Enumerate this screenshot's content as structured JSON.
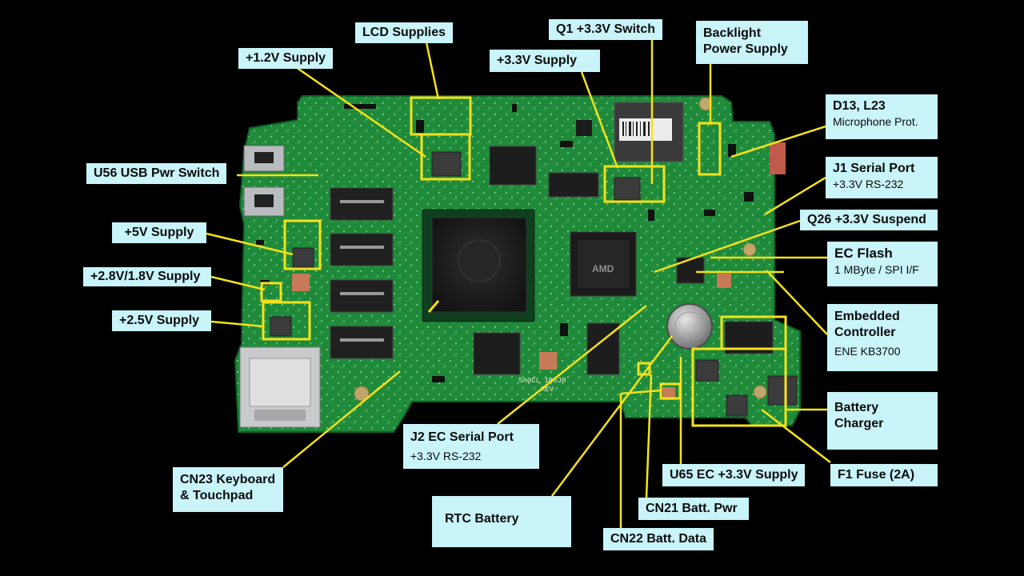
{
  "title": "Motherboard Component Identification",
  "colors": {
    "background": "#000000",
    "pcb": "#1f8a3a",
    "pcb_dark": "#0f5f28",
    "label_bg": "#c8f4fa",
    "leader": "#f5e21a"
  },
  "labels": {
    "lcd_supplies": "LCD Supplies",
    "q1_switch": "Q1 +3.3V Switch",
    "backlight": "Backlight",
    "backlight_line2": "Power Supply",
    "v12_supply": "+1.2V Supply",
    "v33_supply": "+3.3V Supply",
    "d13_l23": "D13, L23",
    "d13_sub": "Microphone Prot.",
    "u56": "U56 USB Pwr Switch",
    "j1": "J1 Serial Port",
    "j1_sub": "+3.3V RS-232",
    "q26": "Q26 +3.3V Suspend",
    "v5_supply": "+5V Supply",
    "ec_flash": "EC Flash",
    "ec_flash_sub": "1 MByte / SPI I/F",
    "v28_18": "+2.8V/1.8V Supply",
    "embedded": "Embedded",
    "embedded_line2": "Controller",
    "embedded_sub": "ENE KB3700",
    "v25_supply": "+2.5V Supply",
    "battery_charger": "Battery",
    "battery_charger_line2": "Charger",
    "j2": "J2 EC Serial Port",
    "j2_sub": "+3.3V RS-232",
    "cn23": "CN23 Keyboard",
    "cn23_line2": "& Touchpad",
    "u65": "U65 EC +3.3V Supply",
    "f1": "F1 Fuse (2A)",
    "rtc": "RTC Battery",
    "cn21": "CN21 Batt. Pwr",
    "cn22": "CN22 Batt. Data"
  },
  "board_text": {
    "revision": "SA0CL 1B6J0",
    "rev": "REV"
  }
}
